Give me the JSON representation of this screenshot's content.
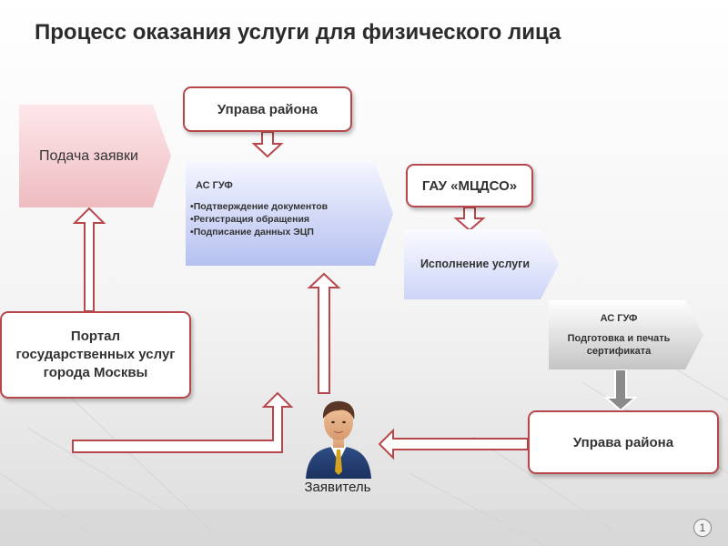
{
  "title": "Процесс оказания услуги для физического лица",
  "nodes": {
    "podacha": "Подача заявки",
    "uprava_top": "Управа района",
    "as_guf_1": {
      "header": "АС ГУФ",
      "items": [
        "Подтверждение документов",
        "Регистрация обращения",
        "Подписание данных ЭЦП"
      ]
    },
    "gau": "ГАУ «МЦДСО»",
    "ispolnenie": "Исполнение услуги",
    "as_guf_2": {
      "header": "АС ГУФ",
      "text": "Подготовка и печать сертификата"
    },
    "portal": "Портал государственных услуг города Москвы",
    "uprava_bottom": "Управа района",
    "zayavitel": "Заявитель"
  },
  "page_number": "1",
  "colors": {
    "box_border": "#b8474b",
    "arrow_fill": "#ffffff",
    "arrow_outline": "#b8474b",
    "pink_chevron": "#eebcc1",
    "blue_chevron": "#b5c0f0",
    "gray_chevron": "#c4c4c4",
    "gray_arrow": "#8a8a8a"
  },
  "icons": [
    "person-icon",
    "page-number-icon"
  ]
}
